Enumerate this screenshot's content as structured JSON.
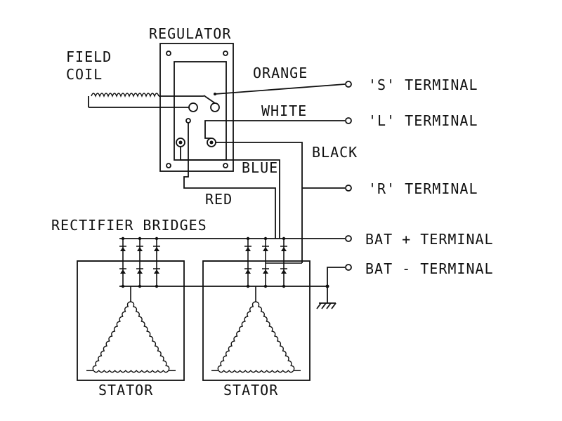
{
  "labels": {
    "regulator": "REGULATOR",
    "field_line1": "FIELD",
    "field_line2": "COIL",
    "orange": "ORANGE",
    "white": "WHITE",
    "black": "BLACK",
    "blue": "BLUE",
    "red": "RED",
    "rectifier_bridges": "RECTIFIER BRIDGES",
    "stator_left": "STATOR",
    "stator_right": "STATOR"
  },
  "terminals": {
    "s": "'S' TERMINAL",
    "l": "'L' TERMINAL",
    "r": "'R' TERMINAL",
    "bat_plus": "BAT + TERMINAL",
    "bat_minus": "BAT - TERMINAL"
  },
  "colors": {
    "ink": "#111111",
    "background": "#ffffff"
  }
}
